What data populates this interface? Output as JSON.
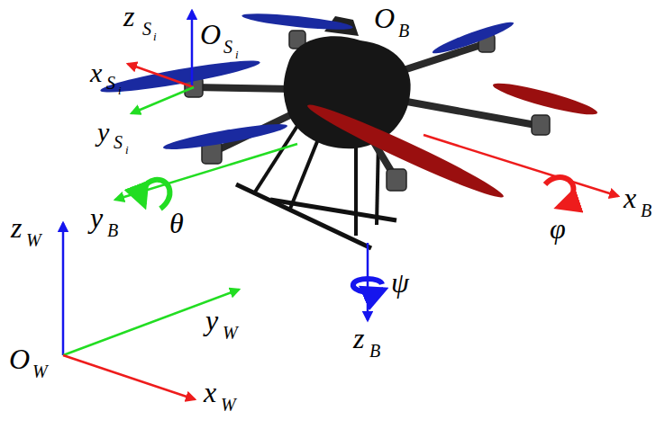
{
  "diagram": {
    "labels": [
      "z",
      "S",
      "i",
      "O",
      "S",
      "i",
      "O",
      "B",
      "x",
      "S",
      "i",
      "y",
      "S",
      "i",
      "y",
      "B",
      "θ",
      "φ",
      "x",
      "B",
      "ψ",
      "z",
      "B",
      "z",
      "W",
      "y",
      "W",
      "O",
      "W",
      "x",
      "W"
    ]
  }
}
